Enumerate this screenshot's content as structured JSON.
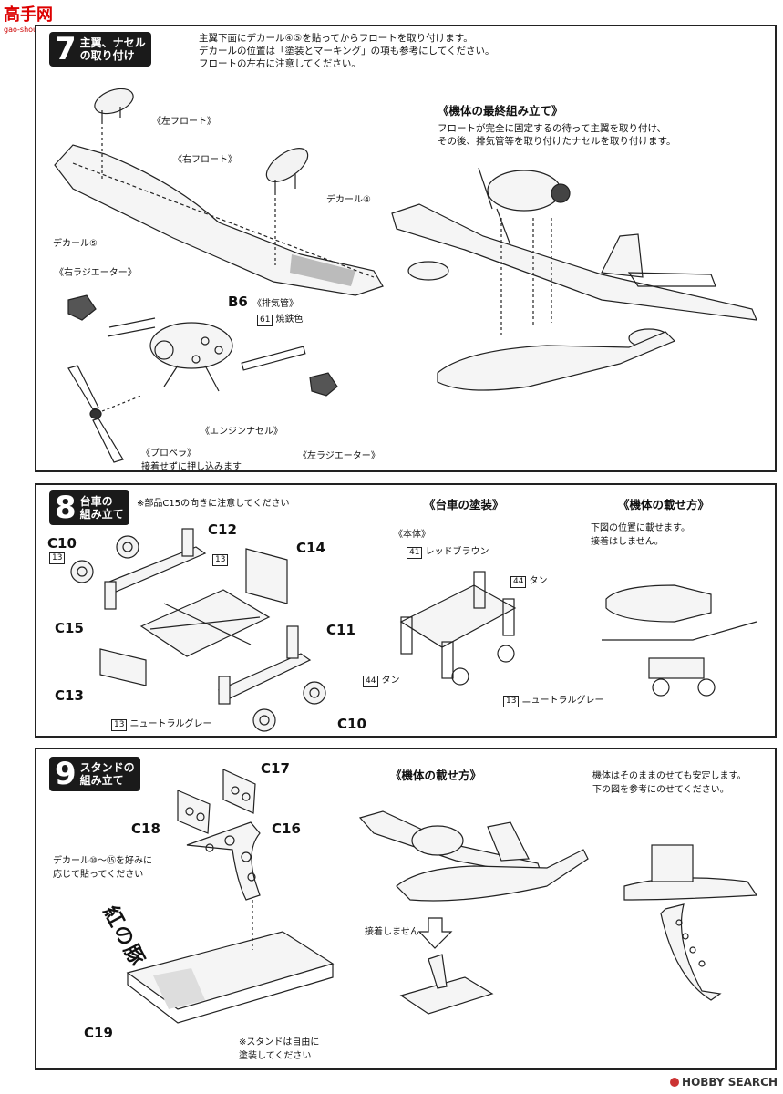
{
  "watermark_top": {
    "brand": "高手网",
    "url": "gao-shou.com"
  },
  "watermark_bottom": {
    "brand": "HOBBY SEARCH"
  },
  "step7": {
    "number": "7",
    "title": "主翼、ナセル\nの取り付け",
    "notes": [
      "主翼下面にデカール④⑤を貼ってからフロートを取り付けます。",
      "デカールの位置は「塗装とマーキング」の項も参考にしてください。",
      "フロートの左右に注意してください。"
    ],
    "labels": {
      "left_float": "《左フロート》",
      "right_float": "《右フロート》",
      "decal4": "デカール④",
      "decal5": "デカール⑤",
      "right_radiator": "《右ラジエーター》",
      "b6": "B6",
      "exhaust": "《排気管》",
      "paint61_code": "61",
      "paint61": "焼鉄色",
      "engine_nacelle": "《エンジンナセル》",
      "propeller": "《プロペラ》",
      "propeller_note": "接着せずに押し込みます",
      "left_radiator": "《左ラジエーター》"
    },
    "final": {
      "title": "《機体の最終組み立て》",
      "text": [
        "フロートが完全に固定するの待って主翼を取り付け、",
        "その後、排気管等を取り付けたナセルを取り付けます。"
      ]
    }
  },
  "step8": {
    "number": "8",
    "title": "台車の\n組み立て",
    "note": "※部品C15の向きに注意してください",
    "parts": {
      "c10a": "C10",
      "c12": "C12",
      "c14": "C14",
      "c15": "C15",
      "c11": "C11",
      "c13": "C13",
      "c10b": "C10"
    },
    "paint": {
      "code13": "13",
      "neutral_grey": "ニュートラルグレー",
      "code41": "41",
      "red_brown": "レッドブラウン",
      "code44": "44",
      "tan": "タン"
    },
    "painting": {
      "title": "《台車の塗装》",
      "body": "《本体》"
    },
    "mounting": {
      "title": "《機体の載せ方》",
      "text": [
        "下図の位置に載せます。",
        "接着はしません。"
      ]
    }
  },
  "step9": {
    "number": "9",
    "title": "スタンドの\n組み立て",
    "parts": {
      "c17": "C17",
      "c18": "C18",
      "c16": "C16",
      "c19": "C19"
    },
    "decal_note": [
      "デカール⑩〜⑮を好みに",
      "応じて貼ってください"
    ],
    "stand_text": "紅の豚",
    "no_glue": "接着しません",
    "paint_note": [
      "※スタンドは自由に",
      "塗装してください"
    ],
    "mounting": {
      "title": "《機体の載せ方》",
      "text": [
        "機体はそのままのせても安定します。",
        "下の図を参考にのせてください。"
      ]
    }
  }
}
